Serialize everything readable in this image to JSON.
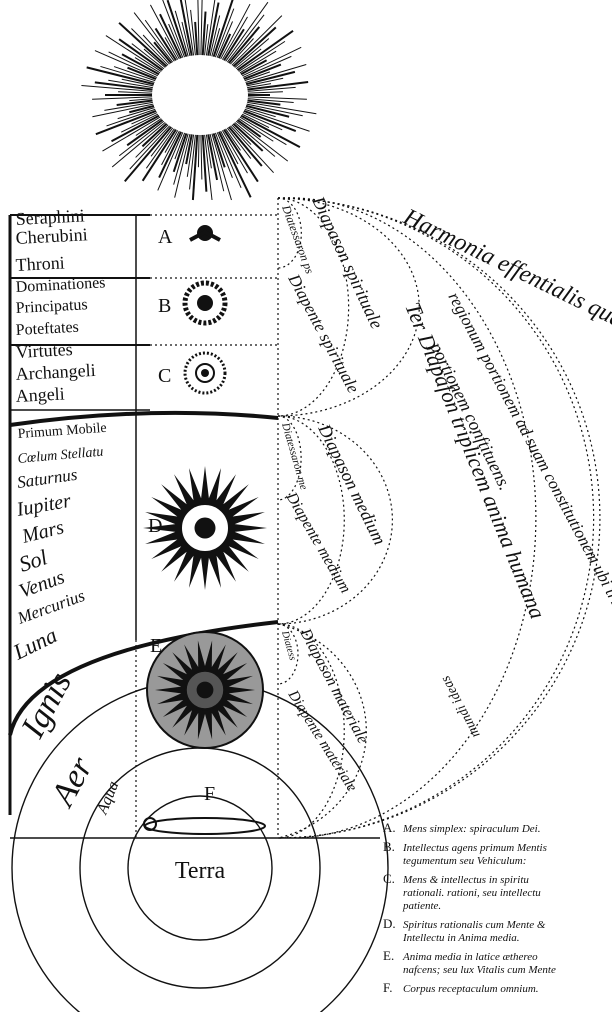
{
  "hierarchy_top": [
    "Seraphini",
    "Cherubini",
    "Throni"
  ],
  "hierarchy_mid": [
    "Dominationes",
    "Principatus",
    "Poteftates"
  ],
  "hierarchy_low": [
    "Virtutes",
    "Archangeli",
    "Angeli"
  ],
  "spheres": [
    "Primum Mobile",
    "Cœlum Stellatu",
    "Saturnus",
    "Iupiter",
    "Mars",
    "Sol",
    "Venus",
    "Mercurius",
    "Luna"
  ],
  "elements": {
    "fire": "Ignis",
    "air": "Aer",
    "water": "Aqua",
    "earth": "Terra"
  },
  "letters": [
    "A",
    "B",
    "C",
    "D",
    "E",
    "F"
  ],
  "arcs": {
    "spiritual_top": "Diapason spirituale",
    "spiritual_dia": "Diapente spirituale",
    "spiritual_small": "Diatessaron ps",
    "medium_top": "Diapason medium",
    "medium_dia": "Diapente medium",
    "medium_small": "Diatessaron me",
    "material_top": "Diapason materiale",
    "material_dia": "Diapente materiale",
    "material_small": "Diatess",
    "harmonia": "Harmonia effentialis qua anima humana cuiuslibet",
    "harmonia_2": "regionum portionem ad suam constitutionem ubi trium",
    "harmonia_3": "mundi ideas",
    "ter": "Ter Diapafon triplicem anima humana",
    "ter_2": "portionem conftituens."
  },
  "legend": [
    {
      "key": "A.",
      "text": "Mens simplex: spiraculum Dei."
    },
    {
      "key": "B.",
      "text": "Intellectus agens primum Mentis tegumentum seu Vehiculum:"
    },
    {
      "key": "C.",
      "text": "Mens & intellectus in spiritu rationali. rationi, seu intellectu patiente."
    },
    {
      "key": "D.",
      "text": "Spiritus rationalis cum Mente & Intellectu in Anima media."
    },
    {
      "key": "E.",
      "text": "Anima media in latice æthereo nafcens; seu lux Vitalis cum Mente"
    },
    {
      "key": "F.",
      "text": "Corpus receptaculum omnium."
    }
  ]
}
